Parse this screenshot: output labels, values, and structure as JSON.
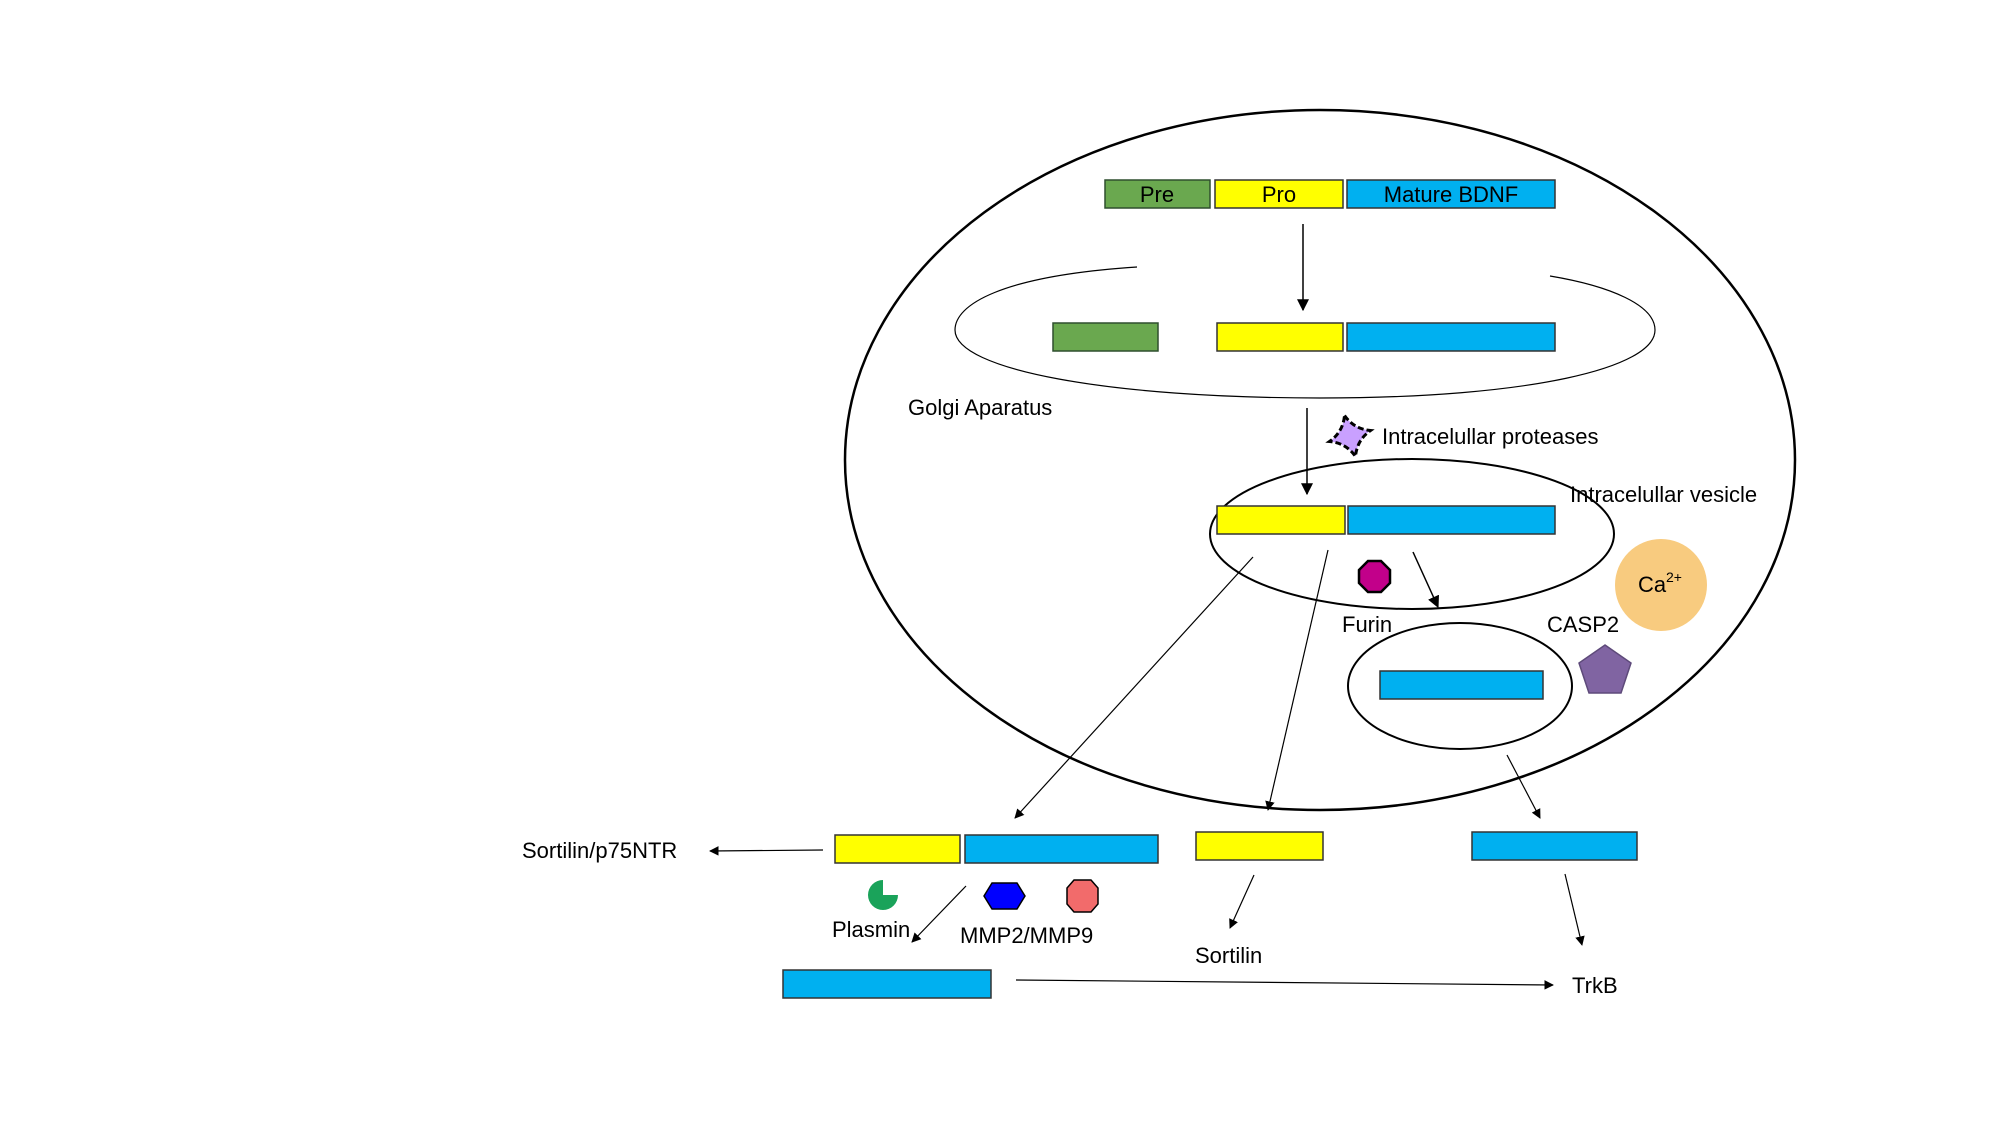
{
  "domains": {
    "pre": "Pre",
    "pro": "Pro",
    "mature": "Mature BDNF"
  },
  "labels": {
    "golgi": "Golgi Aparatus",
    "intracellular_proteases": "Intracelullar proteases",
    "intracellular_vesicle": "Intracelullar vesicle",
    "furin": "Furin",
    "casp2": "CASP2",
    "calcium_base": "Ca",
    "calcium_sup": "2+",
    "sortilin_p75": "Sortilin/p75NTR",
    "plasmin": "Plasmin",
    "mmp": "MMP2/MMP9",
    "sortilin": "Sortilin",
    "trkb": "TrkB"
  },
  "colors": {
    "pre": "#6aa84f",
    "pro": "#ffff00",
    "mature": "#00b0f0",
    "protease_icon": "#c9a0ff",
    "furin_icon": "#c2008a",
    "casp2_icon": "#8064a2",
    "calcium_icon": "#f8cb7f",
    "plasmin_icon": "#1aa35a",
    "mmp2_icon": "#0000ff",
    "mmp9_icon": "#f26b6b"
  }
}
